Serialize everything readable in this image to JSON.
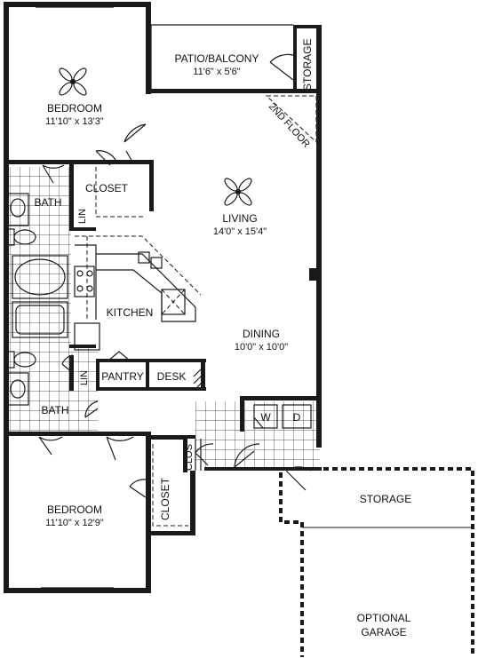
{
  "rooms": {
    "patio": {
      "label": "PATIO/BALCONY",
      "dims": "11'6\" x 5'6\""
    },
    "storage_patio": {
      "label": "STORAGE"
    },
    "bedroom1": {
      "label": "BEDROOM",
      "dims": "11'10\" x 13'3\""
    },
    "second_floor": {
      "label": "2ND FLOOR"
    },
    "closet1": {
      "label": "CLOSET"
    },
    "bath1": {
      "label": "BATH"
    },
    "lin1": {
      "label": "LIN"
    },
    "living": {
      "label": "LIVING",
      "dims": "14'0\" x 15'4\""
    },
    "kitchen": {
      "label": "KITCHEN"
    },
    "dining": {
      "label": "DINING",
      "dims": "10'0\" x 10'0\""
    },
    "lin2": {
      "label": "LIN"
    },
    "pantry": {
      "label": "PANTRY"
    },
    "desk": {
      "label": "DESK"
    },
    "washer": {
      "label": "W"
    },
    "dryer": {
      "label": "D"
    },
    "bath2": {
      "label": "BATH"
    },
    "clos": {
      "label": "CLOS"
    },
    "closet2": {
      "label": "CLOSET"
    },
    "bedroom2": {
      "label": "BEDROOM",
      "dims": "11'10\" x 12'9\""
    },
    "storage_garage": {
      "label": "STORAGE"
    },
    "garage": {
      "label_line1": "OPTIONAL",
      "label_line2": "GARAGE"
    }
  }
}
